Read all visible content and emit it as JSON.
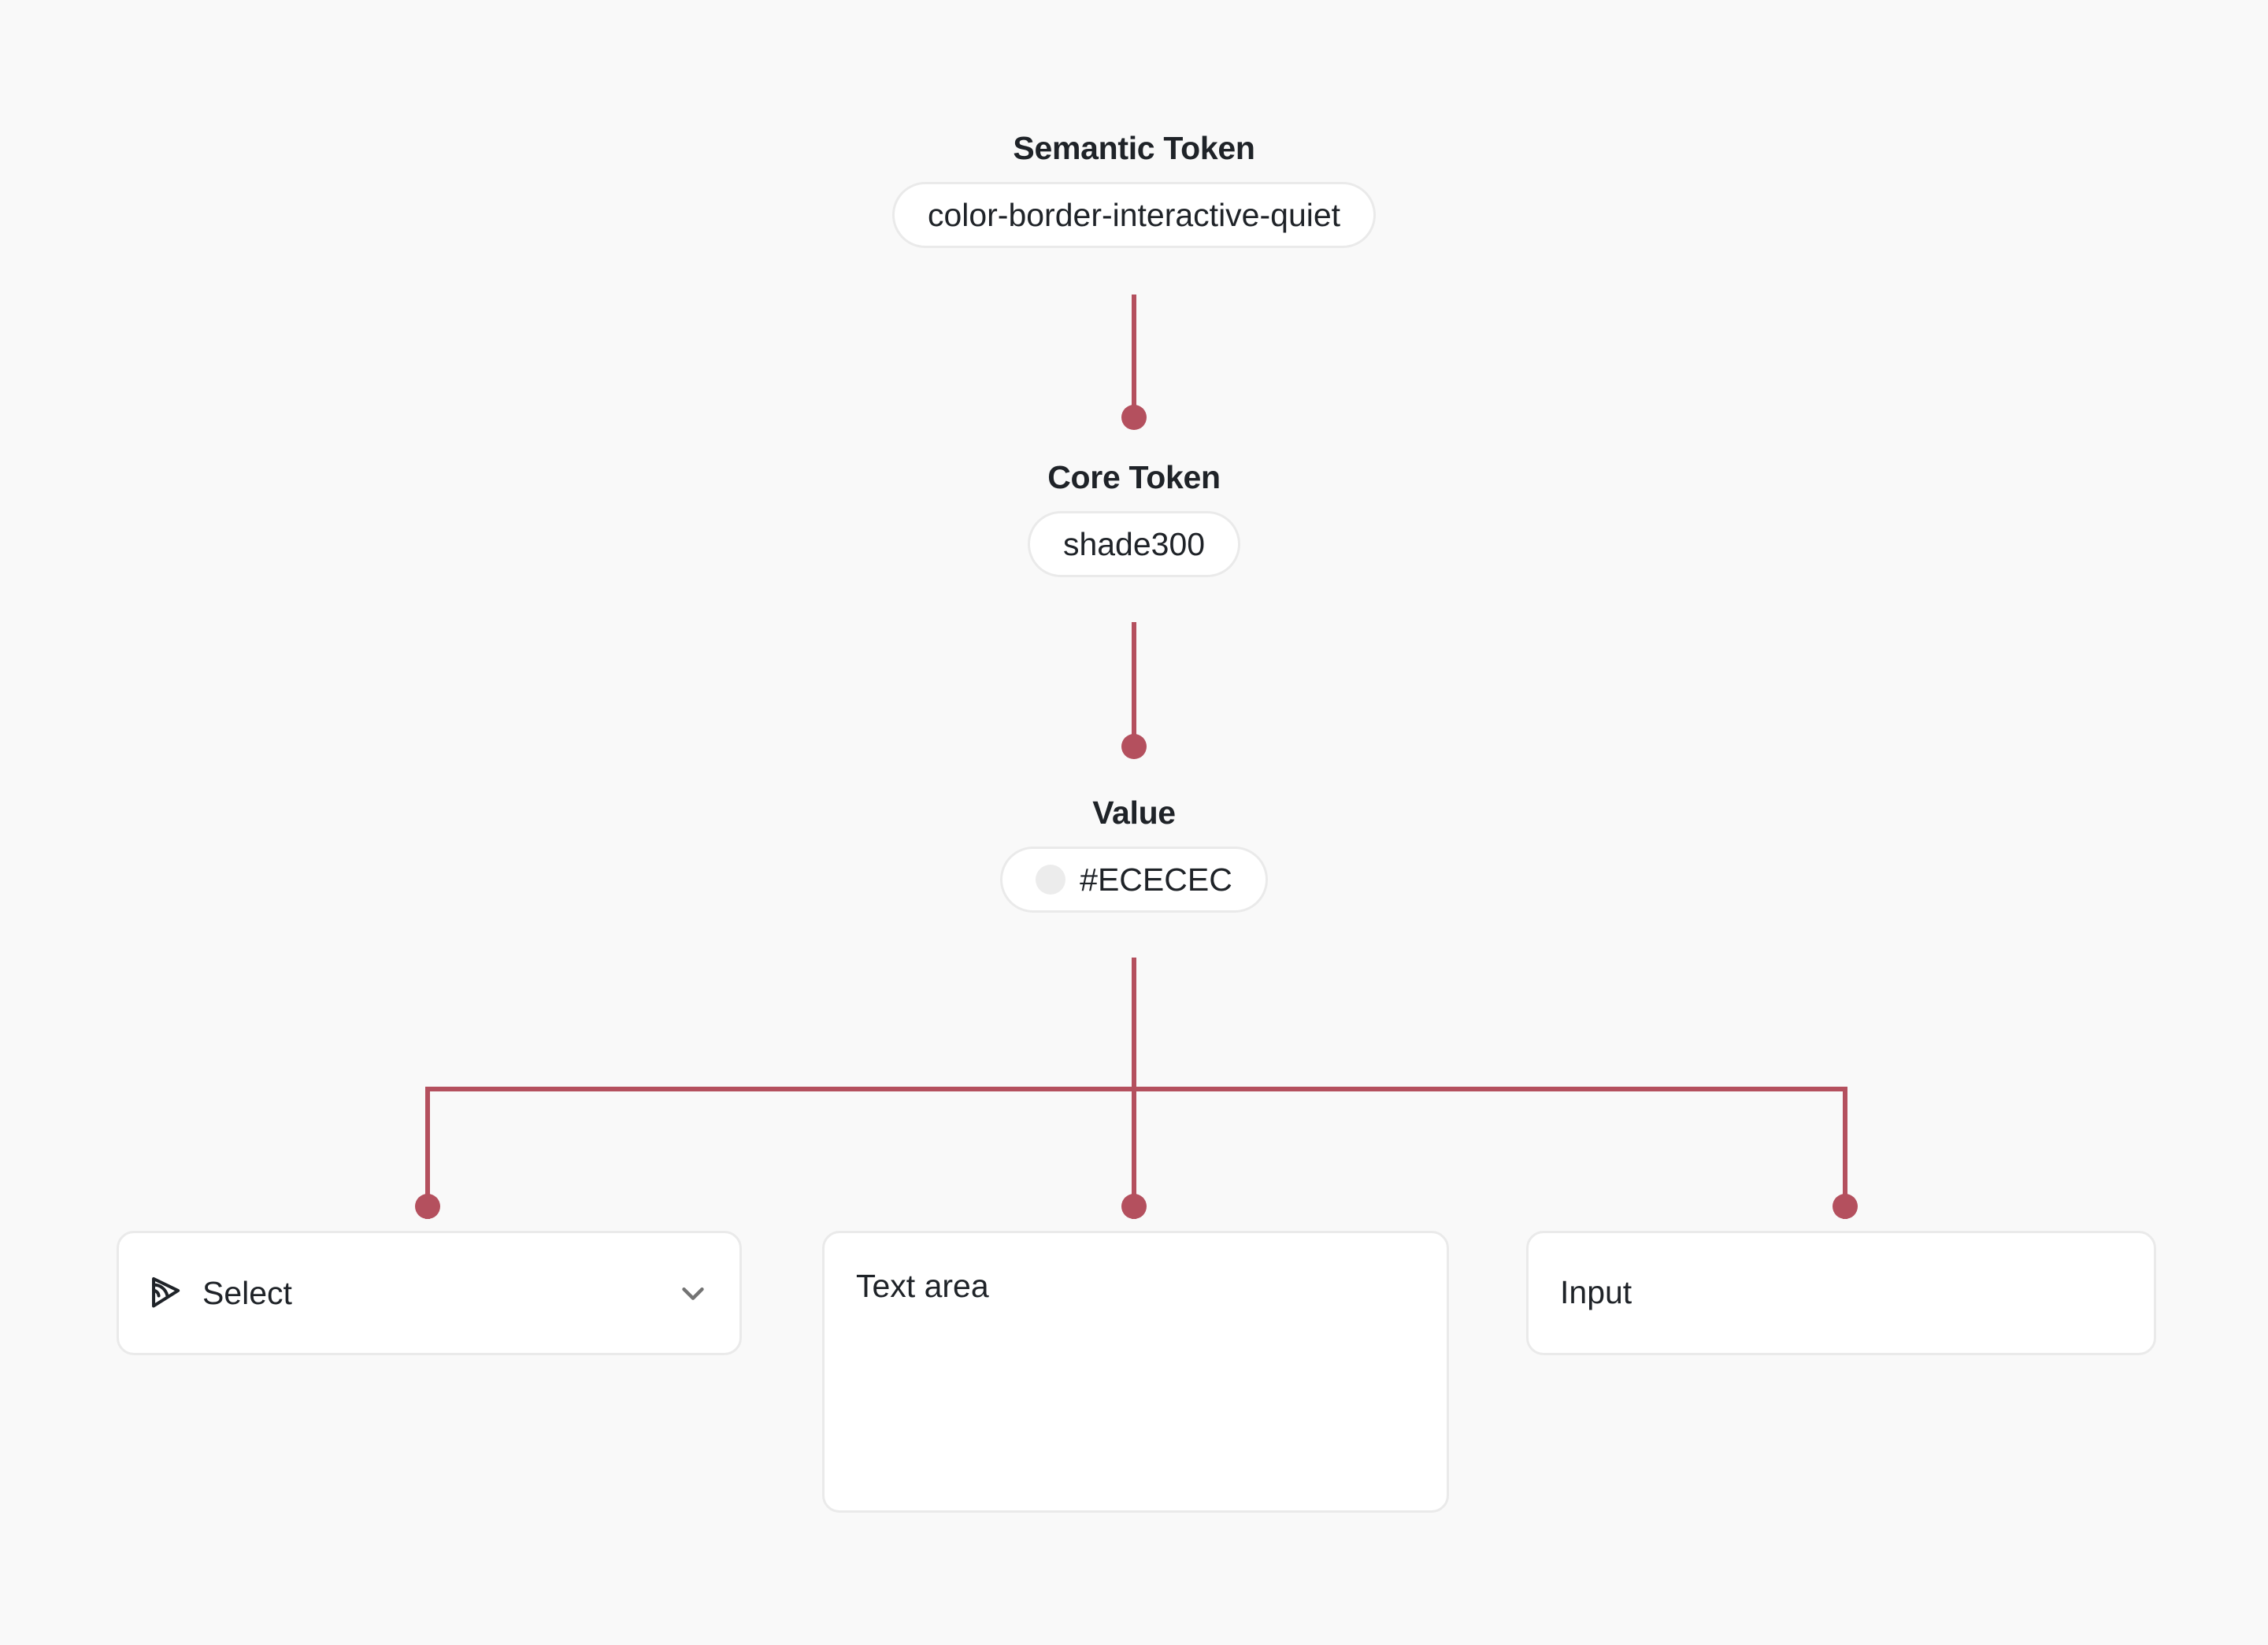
{
  "canvas": {
    "background": "#F9F9F9",
    "connector_color": "#B4505E",
    "border_color": "#EAEAEA",
    "text_color": "#1F2328"
  },
  "chain": {
    "semantic": {
      "label": "Semantic Token",
      "value": "color-border-interactive-quiet"
    },
    "core": {
      "label": "Core Token",
      "value": "shade300"
    },
    "value": {
      "label": "Value",
      "value": "#ECECEC",
      "swatch_color": "#ECECEC"
    }
  },
  "components": [
    {
      "name": "select",
      "label": "Select",
      "leading_icon": "signal-wedge-icon",
      "trailing_icon": "chevron-down-icon"
    },
    {
      "name": "textarea",
      "label": "Text area"
    },
    {
      "name": "input",
      "label": "Input"
    }
  ]
}
